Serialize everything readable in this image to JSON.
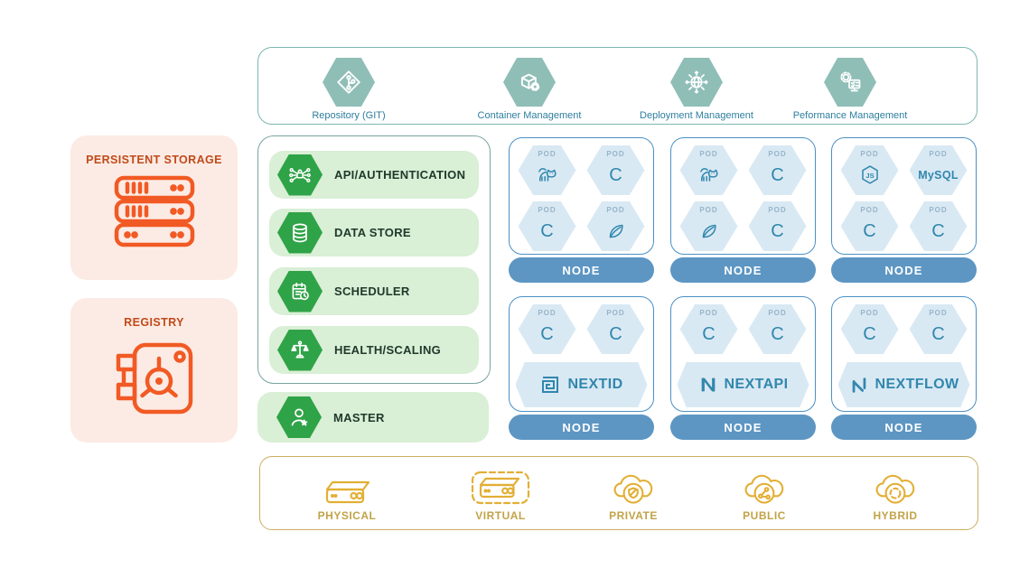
{
  "toolbar": {
    "items": [
      {
        "label": "Repository (GIT)",
        "icon": "git-icon"
      },
      {
        "label": "Container Management",
        "icon": "container-icon"
      },
      {
        "label": "Deployment Management",
        "icon": "deployment-icon"
      },
      {
        "label": "Peformance Management",
        "icon": "performance-icon"
      }
    ]
  },
  "storage_panel": {
    "title": "PERSISTENT STORAGE",
    "icon": "server-stack-icon"
  },
  "registry_panel": {
    "title": "REGISTRY",
    "icon": "vault-icon"
  },
  "control_plane": {
    "items": [
      {
        "label": "API/AUTHENTICATION",
        "icon": "api-lock-network-icon"
      },
      {
        "label": "DATA STORE",
        "icon": "database-icon"
      },
      {
        "label": "SCHEDULER",
        "icon": "calendar-clock-icon"
      },
      {
        "label": "HEALTH/SCALING",
        "icon": "balance-scale-icon"
      }
    ],
    "master_label": "MASTER",
    "master_icon": "user-star-icon"
  },
  "cluster": {
    "pod_label": "POD",
    "nodes": [
      {
        "node_label": "NODE",
        "pods": [
          {
            "kind": "tomcat"
          },
          {
            "kind": "letter",
            "text": "C"
          },
          {
            "kind": "letter",
            "text": "C"
          },
          {
            "kind": "leaf"
          }
        ]
      },
      {
        "node_label": "NODE",
        "pods": [
          {
            "kind": "tomcat"
          },
          {
            "kind": "letter",
            "text": "C"
          },
          {
            "kind": "leaf"
          },
          {
            "kind": "letter",
            "text": "C"
          }
        ]
      },
      {
        "node_label": "NODE",
        "pods": [
          {
            "kind": "nodejs",
            "text": "JS"
          },
          {
            "kind": "mysql",
            "text": "MySQL"
          },
          {
            "kind": "letter",
            "text": "C"
          },
          {
            "kind": "letter",
            "text": "C"
          }
        ]
      },
      {
        "node_label": "NODE",
        "app": "NEXTID",
        "pods": [
          {
            "kind": "letter",
            "text": "C"
          },
          {
            "kind": "letter",
            "text": "C"
          }
        ]
      },
      {
        "node_label": "NODE",
        "app": "NEXTAPI",
        "pods": [
          {
            "kind": "letter",
            "text": "C"
          },
          {
            "kind": "letter",
            "text": "C"
          }
        ]
      },
      {
        "node_label": "NODE",
        "app": "NEXTFLOW",
        "pods": [
          {
            "kind": "letter",
            "text": "C"
          },
          {
            "kind": "letter",
            "text": "C"
          }
        ]
      }
    ]
  },
  "infrastructure": {
    "items": [
      {
        "label": "PHYSICAL",
        "icon": "physical-server-icon"
      },
      {
        "label": "VIRTUAL",
        "icon": "virtual-server-icon"
      },
      {
        "label": "PRIVATE",
        "icon": "private-cloud-icon"
      },
      {
        "label": "PUBLIC",
        "icon": "public-cloud-icon"
      },
      {
        "label": "HYBRID",
        "icon": "hybrid-cloud-icon"
      }
    ]
  },
  "colors": {
    "teal_border": "#7db7b1",
    "teal_hex": "#8fbeb7",
    "toolbar_text": "#2e7e9e",
    "orange": "#f15a24",
    "orange_title": "#c04a1a",
    "orange_bg": "#fcebe4",
    "green": "#2fa347",
    "green_bg": "#d9efd6",
    "green_text": "#20392b",
    "plane_border": "#7aa4a0",
    "node_border": "#4a90c5",
    "pod_bg": "#d9e9f4",
    "pod_icon": "#3187ad",
    "pod_text": "#96b4c8",
    "node_pill": "#5d96c3",
    "gold_border": "#c9ae62",
    "gold_icon": "#e2af35",
    "gold_text": "#c2a349"
  }
}
